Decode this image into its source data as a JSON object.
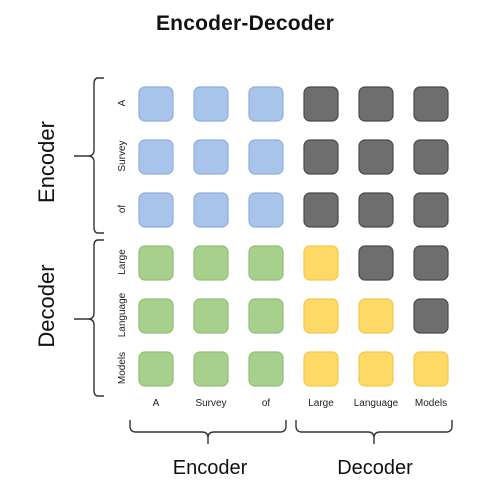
{
  "title": "Encoder-Decoder",
  "groups": {
    "left_top": "Encoder",
    "left_bottom": "Decoder",
    "bottom_left": "Encoder",
    "bottom_right": "Decoder"
  },
  "tokens": {
    "rows": [
      "A",
      "Survey",
      "of",
      "Large",
      "Language",
      "Models"
    ],
    "cols": [
      "A",
      "Survey",
      "of",
      "Large",
      "Language",
      "Models"
    ]
  },
  "cell_states": [
    [
      "enc",
      "enc",
      "enc",
      "masked",
      "masked",
      "masked"
    ],
    [
      "enc",
      "enc",
      "enc",
      "masked",
      "masked",
      "masked"
    ],
    [
      "enc",
      "enc",
      "enc",
      "masked",
      "masked",
      "masked"
    ],
    [
      "cross",
      "cross",
      "cross",
      "dec",
      "masked",
      "masked"
    ],
    [
      "cross",
      "cross",
      "cross",
      "dec",
      "dec",
      "masked"
    ],
    [
      "cross",
      "cross",
      "cross",
      "dec",
      "dec",
      "dec"
    ]
  ],
  "colors": {
    "enc": {
      "fill": "#a9c4ea",
      "stroke": "#8eaedd"
    },
    "cross": {
      "fill": "#a8d08d",
      "stroke": "#8fbf73"
    },
    "dec": {
      "fill": "#ffd966",
      "stroke": "#f2c94c"
    },
    "masked": {
      "fill": "#6e6e6e",
      "stroke": "#4a4a4a"
    }
  }
}
